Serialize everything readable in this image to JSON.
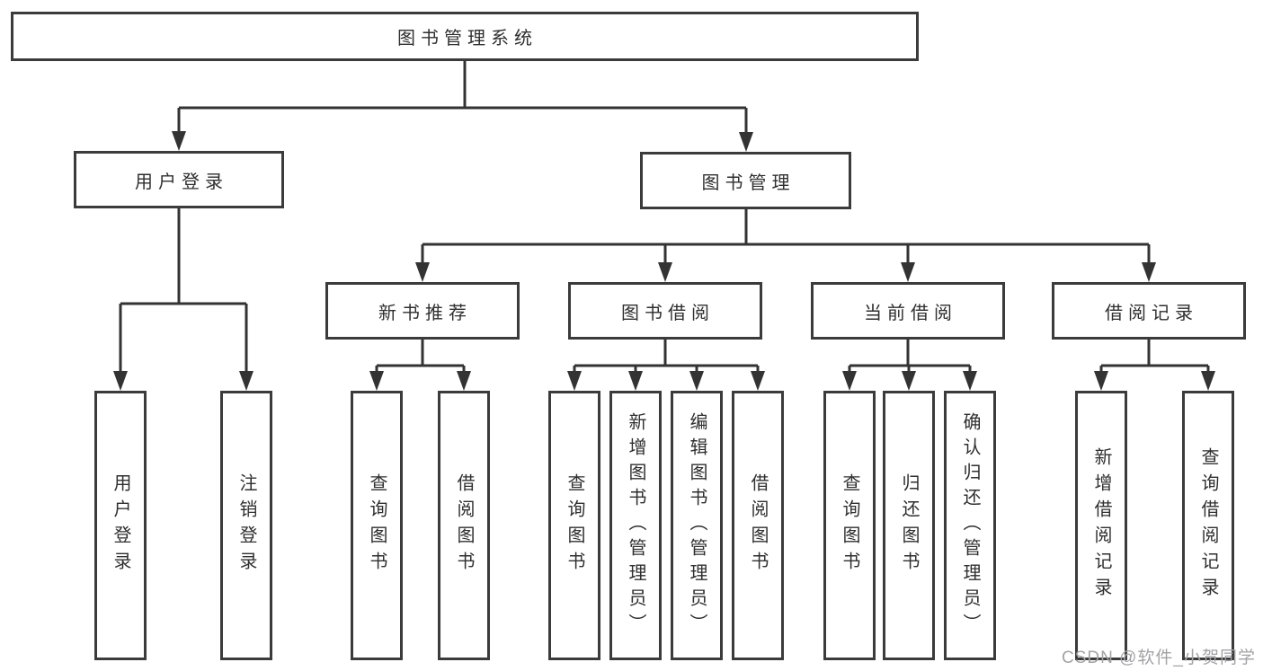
{
  "diagram": {
    "title": "图书管理系统",
    "level2": {
      "user_login": "用户登录",
      "book_management": "图书管理"
    },
    "level3": {
      "new_book_recommend": "新书推荐",
      "book_borrow": "图书借阅",
      "current_borrow": "当前借阅",
      "borrow_records": "借阅记录"
    },
    "leaves": {
      "user_login": [
        "用户登录",
        "注销登录"
      ],
      "new_book_recommend": [
        "查询图书",
        "借阅图书"
      ],
      "book_borrow": [
        "查询图书",
        "新增图书（管理员）",
        "编辑图书（管理员）",
        "借阅图书"
      ],
      "current_borrow": [
        "查询图书",
        "归还图书",
        "确认归还（管理员）"
      ],
      "borrow_records": [
        "新增借阅记录",
        "查询借阅记录"
      ]
    }
  },
  "colors": {
    "line": "#333333",
    "box_border": "#3b3b3b",
    "text": "#2f2f2f",
    "background": "#ffffff",
    "watermark": "#a3a3a6"
  },
  "watermark": {
    "text": "CSDN @软件_小贺同学"
  }
}
